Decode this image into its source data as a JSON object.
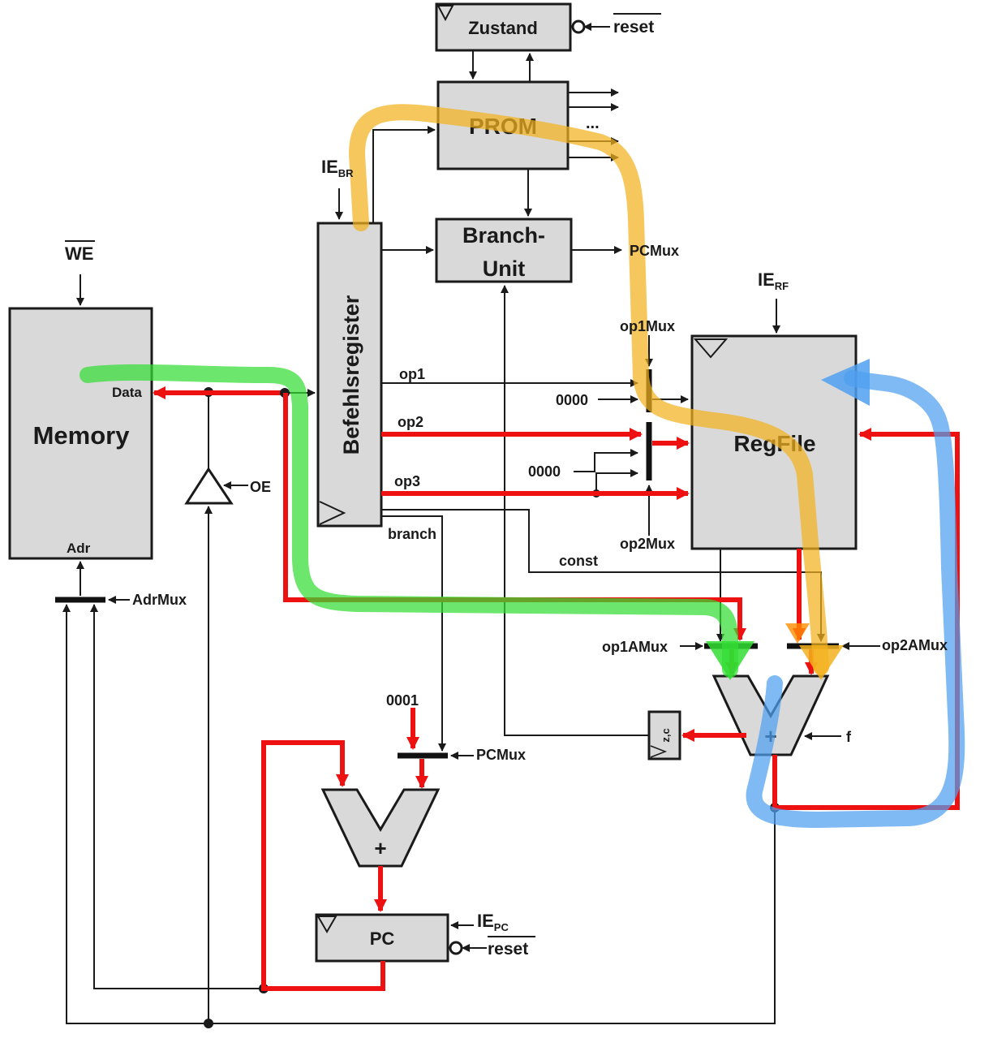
{
  "diagram": {
    "blocks": {
      "zustand": "Zustand",
      "prom": "PROM",
      "branch_unit_line1": "Branch-",
      "branch_unit_line2": "Unit",
      "befehlsregister": "Befehlsregister",
      "memory": "Memory",
      "regfile": "RegFile",
      "pc": "PC",
      "flags": "z,c"
    },
    "signals": {
      "reset_top": "reset",
      "reset_pc": "reset",
      "we": "WE",
      "ie_br": "IE",
      "ie_br_sub": "BR",
      "ie_rf": "IE",
      "ie_rf_sub": "RF",
      "ie_pc": "IE",
      "ie_pc_sub": "PC",
      "pcmux_top": "PCMux",
      "pcmux_bottom": "PCMux",
      "op1mux": "op1Mux",
      "op2mux": "op2Mux",
      "op1amux": "op1AMux",
      "op2amux": "op2AMux",
      "adrmux": "AdrMux",
      "oe": "OE",
      "f": "f",
      "data": "Data",
      "adr": "Adr",
      "op1": "op1",
      "op2": "op2",
      "op3": "op3",
      "branch": "branch",
      "const": "const",
      "zero_a": "0000",
      "zero_b": "0000",
      "one": "0001",
      "ellipsis": "...",
      "plus_alu": "+",
      "plus_pc": "+"
    },
    "colors": {
      "wire": "#1a1a1a",
      "data_path": "#ee1111",
      "highlight_green": "#33dd33",
      "highlight_yellow": "#f3b21f",
      "highlight_blue": "#4f9ff0",
      "highlight_orange": "#ff8c00",
      "block_fill": "#d9d9d9"
    }
  }
}
